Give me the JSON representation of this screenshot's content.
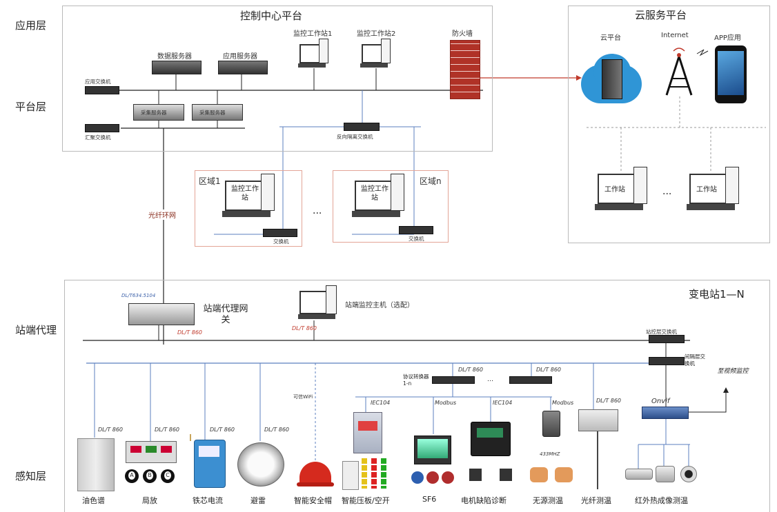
{
  "layers": {
    "application": "应用层",
    "platform": "平台层",
    "station_agent": "站端代理",
    "perception": "感知层"
  },
  "control_center": {
    "title": "控制中心平台",
    "workstation1": "监控工作站1",
    "workstation2": "监控工作站2",
    "firewall": "防火墙",
    "data_server": "数据服务器",
    "app_server": "应用服务器",
    "app_switch": "应用交换机",
    "collect_server_1": "采集服务器",
    "collect_server_2": "采集服务器",
    "aggregation_switch": "汇聚交换机",
    "reverse_isolation_switch": "反向隔离交换机"
  },
  "cloud": {
    "title": "云服务平台",
    "cloud_platform": "云平台",
    "internet": "Internet",
    "app": "APP应用",
    "workstation_1": "工作站",
    "workstation_2": "工作站",
    "ellipsis": "···"
  },
  "regions": {
    "region1": "区域1",
    "regionn": "区域n",
    "ws_a": "监控工作站",
    "ws_b": "监控工作站",
    "switch_a": "交换机",
    "switch_b": "交换机",
    "ellipsis": "···"
  },
  "network": {
    "fiber_ring": "光纤环网"
  },
  "substation": {
    "title": "变电站1—N",
    "agent_gateway": "站端代理网关",
    "protocol_104": "DL/T634.5104",
    "dlt860_gw": "DL/T 860",
    "dlt860_host": "DL/T 860",
    "monitor_host": "站端监控主机（选配）",
    "station_switch": "站控层交换机",
    "bay_switch": "间隔层交换机",
    "video_link": "至视频监控",
    "converter": "协议转换器1-n",
    "converter_ellipsis": "…",
    "onvif": "Onvif",
    "wifi": "可信WiFi",
    "dlt860_conv1": "DL/T 860",
    "dlt860_conv2": "DL/T 860",
    "dlt860_fiber": "DL/T 860",
    "iec104_1": "IEC104",
    "modbus_1": "Modbus",
    "iec104_2": "IEC104",
    "modbus_2": "Modbus",
    "freq": "433MHZ"
  },
  "sensors": [
    {
      "name": "油色谱",
      "proto": "DL/T 860"
    },
    {
      "name": "局放",
      "proto": "DL/T 860"
    },
    {
      "name": "铁芯电流",
      "proto": "DL/T 860"
    },
    {
      "name": "避雷",
      "proto": "DL/T 860"
    },
    {
      "name": "智能安全帽",
      "proto": ""
    },
    {
      "name": "智能压板/空开",
      "proto": ""
    },
    {
      "name": "SF6",
      "proto": ""
    },
    {
      "name": "电机缺陷诊断",
      "proto": ""
    },
    {
      "name": "无源测温",
      "proto": ""
    },
    {
      "name": "光纤测温",
      "proto": ""
    },
    {
      "name": "红外热成像测温",
      "proto": ""
    }
  ],
  "pd_channels": [
    "A",
    "B",
    "C"
  ],
  "colors": {
    "blue_line": "#5b7fbf",
    "dark_line": "#222222",
    "firewall": "#c0392b",
    "cloud": "#3a9fd8",
    "region_border": "#e3a496"
  }
}
